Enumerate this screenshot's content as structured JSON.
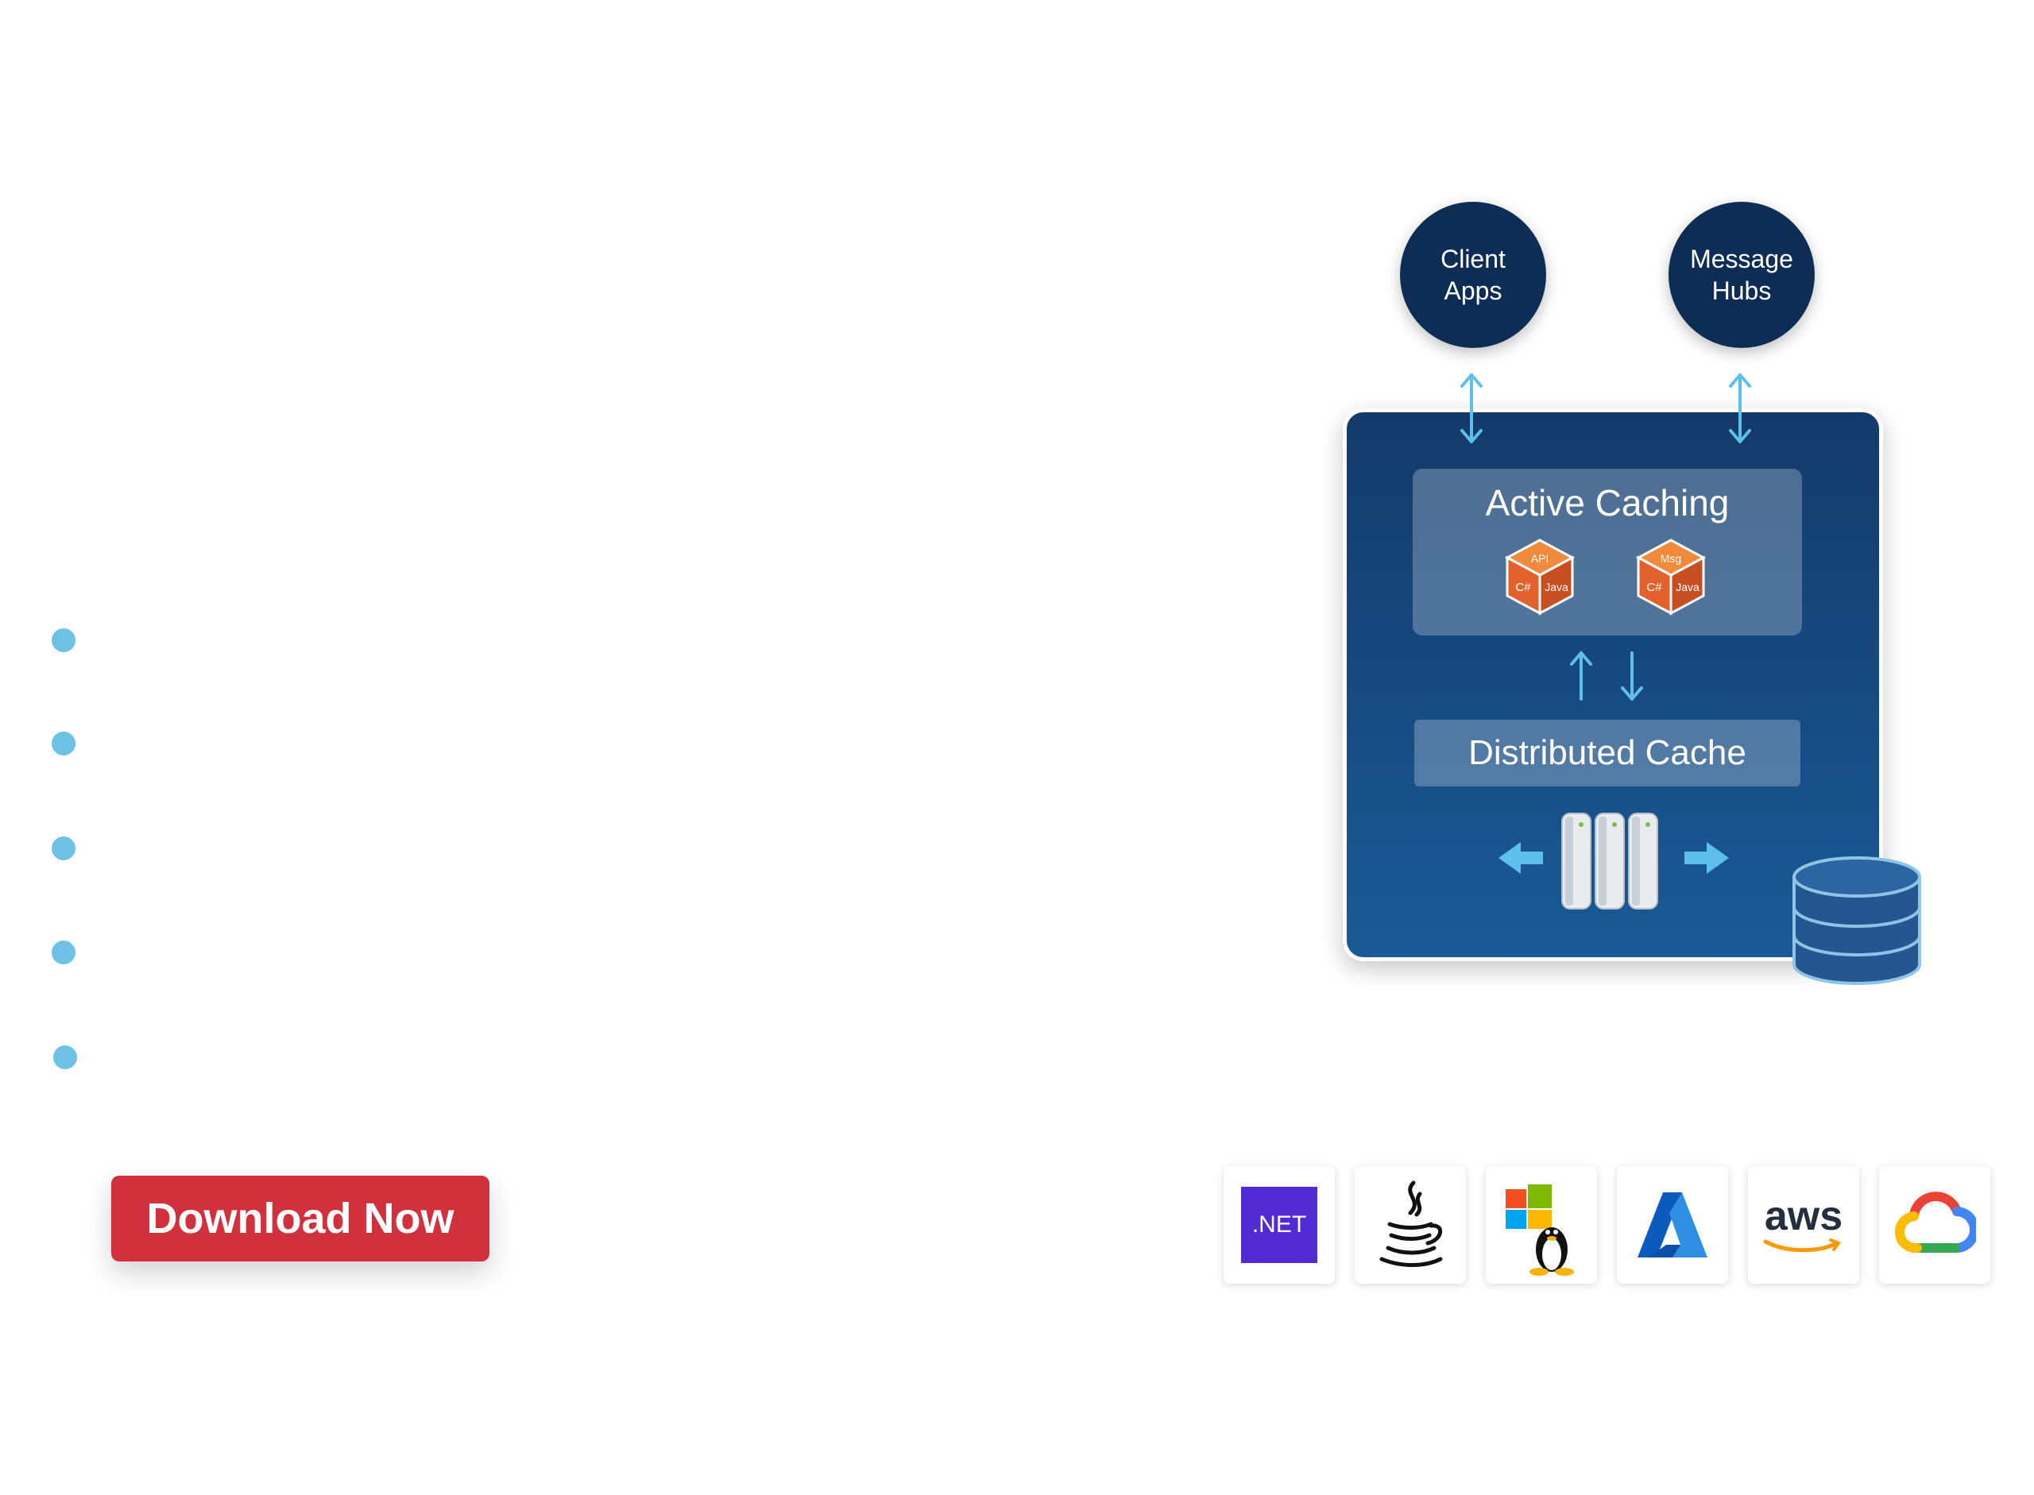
{
  "cta": {
    "label": "Download Now"
  },
  "diagram": {
    "nodes": [
      "Client Apps",
      "Message Hubs"
    ],
    "node_lines": {
      "client": [
        "Client",
        "Apps"
      ],
      "message": [
        "Message",
        "Hubs"
      ]
    },
    "active_caching": "Active Caching",
    "distributed_cache": "Distributed Cache",
    "cube_labels": {
      "api": "API",
      "msg": "Msg",
      "csharp": "C#",
      "java": "Java"
    }
  },
  "platforms": [
    {
      "name": ".NET",
      "icon": "dotnet-icon"
    },
    {
      "name": "Java",
      "icon": "java-icon"
    },
    {
      "name": "Windows / Linux",
      "icon": "windows-linux-icon"
    },
    {
      "name": "Azure",
      "icon": "azure-icon"
    },
    {
      "name": "aws",
      "icon": "aws-icon"
    },
    {
      "name": "Google Cloud",
      "icon": "google-cloud-icon"
    }
  ],
  "colors": {
    "bullet": "#6ec2e6",
    "cta": "#d1313c",
    "panel_top": "#133a6a",
    "panel_bottom": "#1a5a96",
    "node": "#0e2d55",
    "arrow": "#5ec0ea"
  }
}
